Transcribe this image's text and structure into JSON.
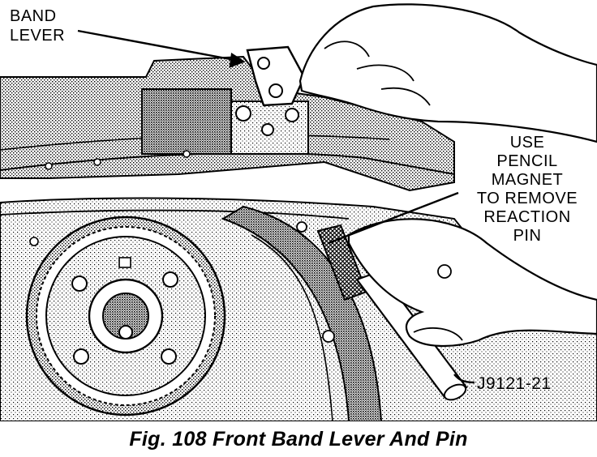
{
  "figure": {
    "callouts": {
      "band_lever": "BAND\nLEVER",
      "pencil_magnet": "USE\nPENCIL\nMAGNET\nTO REMOVE\nREACTION\nPIN",
      "figure_id": "J9121-21"
    },
    "caption": "Fig. 108 Front Band Lever And Pin",
    "ink_color": "#000000",
    "shade_color": "#9a9a9a"
  }
}
